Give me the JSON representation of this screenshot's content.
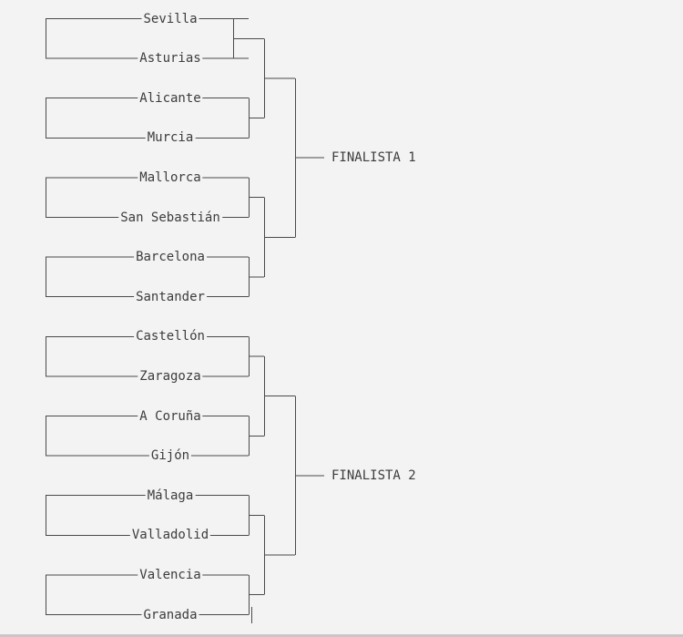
{
  "bracket": {
    "groups": [
      {
        "finalist": "FINALISTA 1",
        "teams": [
          "Sevilla",
          "Asturias",
          "Alicante",
          "Murcia",
          "Mallorca",
          "San Sebastián",
          "Barcelona",
          "Santander"
        ]
      },
      {
        "finalist": "FINALISTA 2",
        "teams": [
          "Castellón",
          "Zaragoza",
          "A Coruña",
          "Gijón",
          "Málaga",
          "Valladolid",
          "Valencia",
          "Granada"
        ]
      }
    ]
  },
  "colors": {
    "background": "#f3f3f3",
    "line": "#4a4a4a",
    "text": "#3c3c3c"
  }
}
